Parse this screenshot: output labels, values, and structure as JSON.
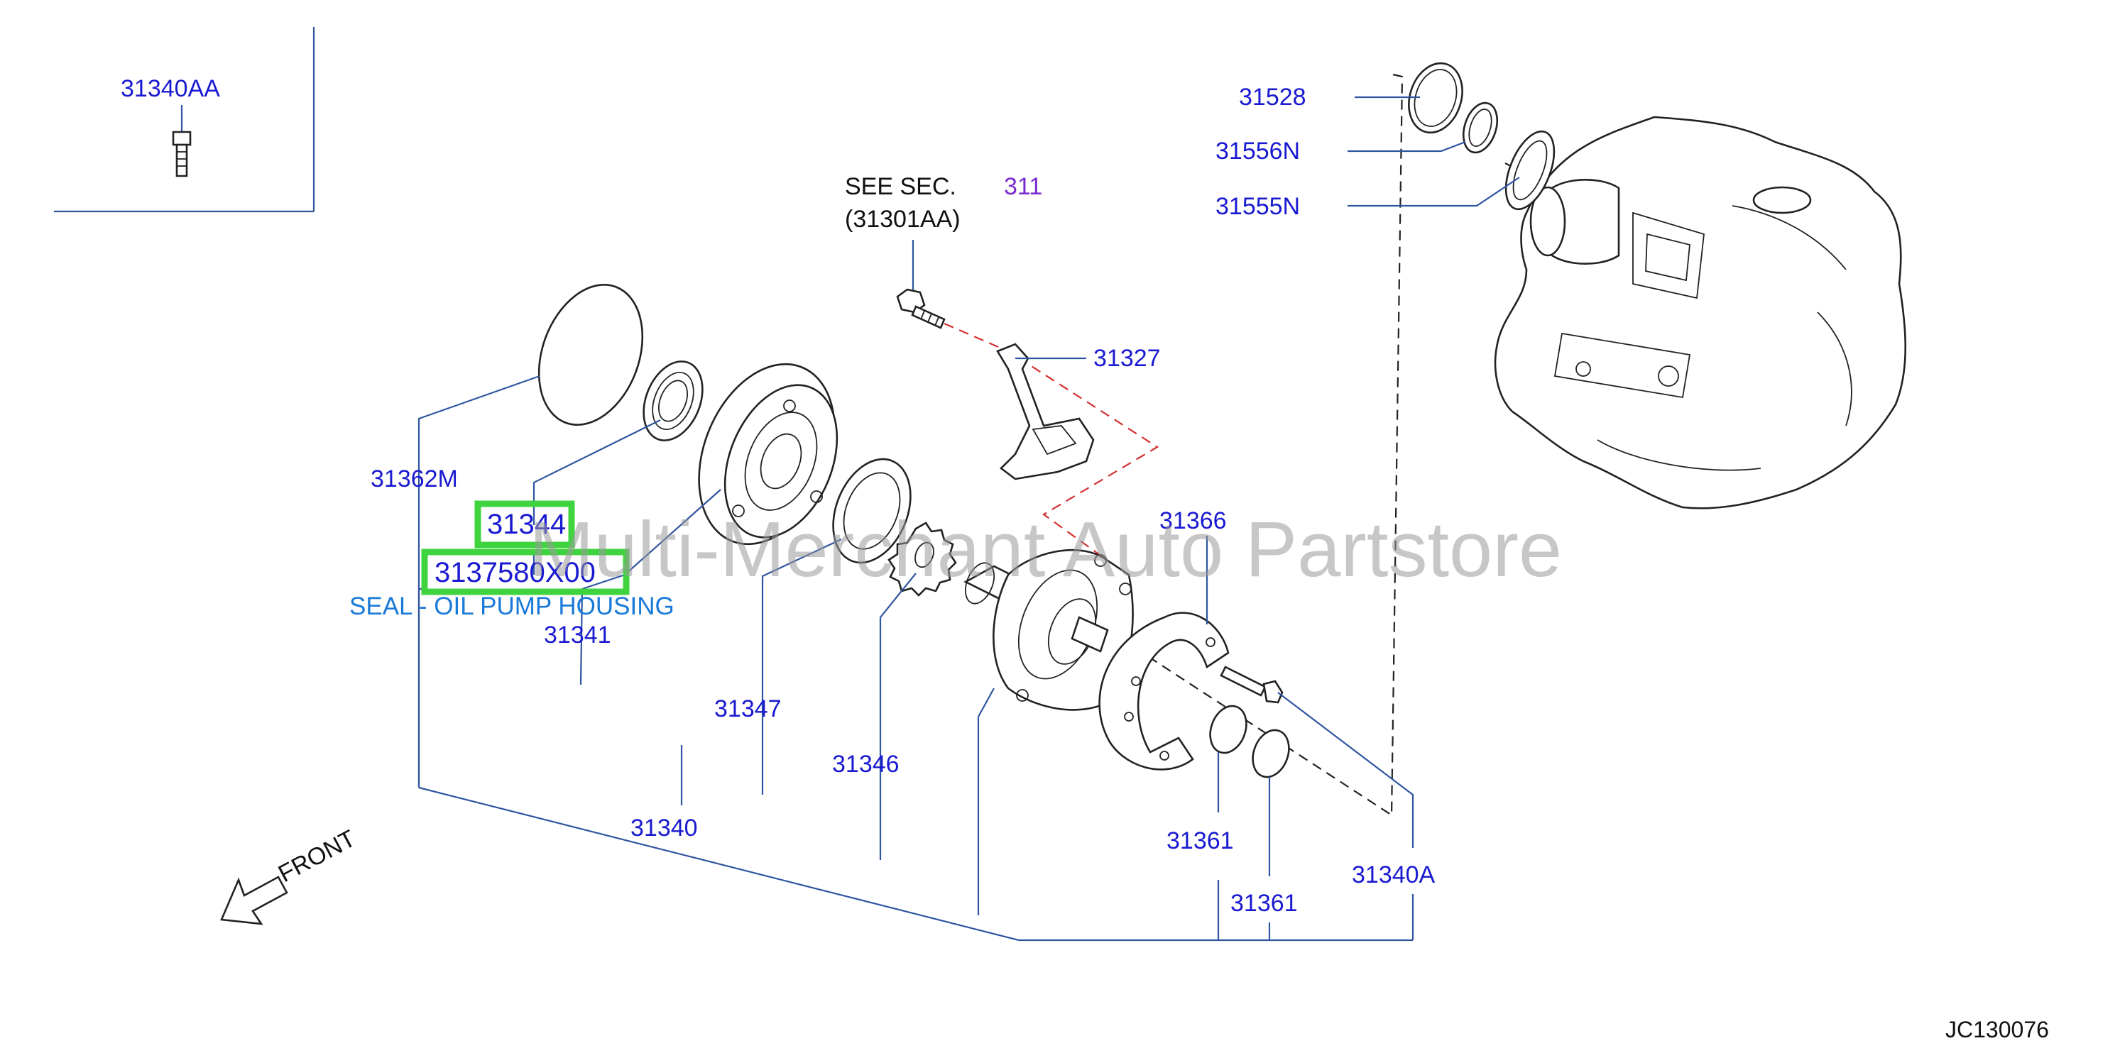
{
  "diagram": {
    "code": "JC130076",
    "watermark": "Multi-Merchant Auto Partstore",
    "see_section": {
      "prefix": "SEE  SEC.",
      "section": "311",
      "ref": "(31301AA)"
    },
    "highlighted": {
      "part_a": "31344",
      "part_b": "3137580X00",
      "description": "SEAL - OIL PUMP HOUSING"
    },
    "front_label": "FRONT",
    "parts": {
      "p31340AA": "31340AA",
      "p31528": "31528",
      "p31556N": "31556N",
      "p31555N": "31555N",
      "p31327": "31327",
      "p31362M": "31362M",
      "p31366": "31366",
      "p31341": "31341",
      "p31347": "31347",
      "p31346": "31346",
      "p31340": "31340",
      "p31361a": "31361",
      "p31361b": "31361",
      "p31340A": "31340A"
    },
    "colors": {
      "label": "#1a1ad0",
      "description": "#1a7ad8",
      "section": "#7a2bd1",
      "highlight": "#3fd43f",
      "leader": "#2f55a0",
      "dash": "#d43030"
    }
  }
}
